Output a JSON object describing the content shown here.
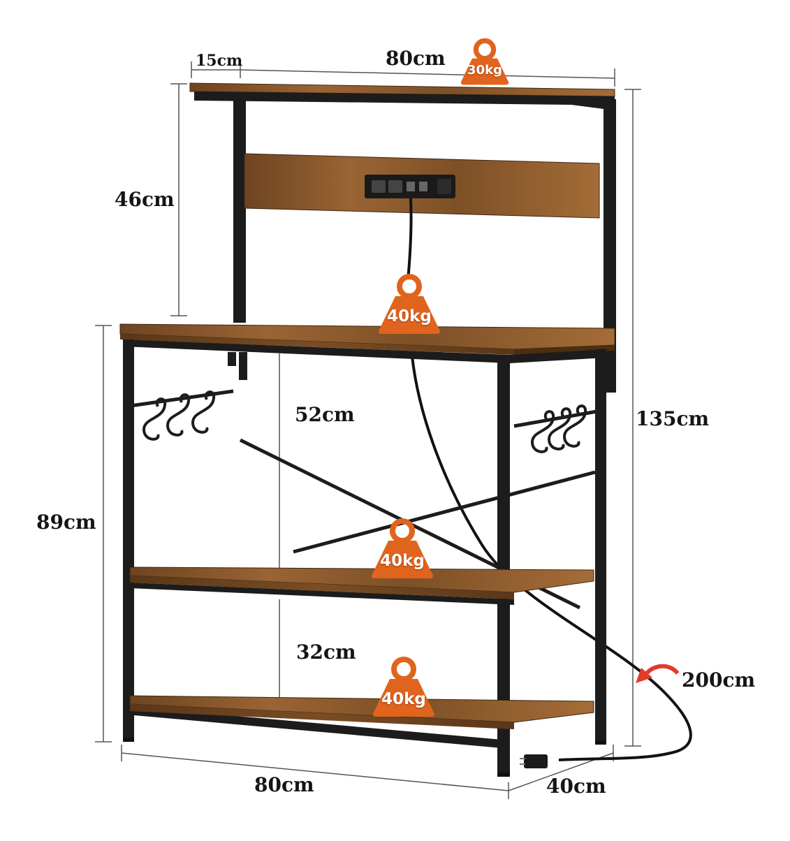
{
  "colors": {
    "frame": "#1c1c1c",
    "wood": "#8a5a2e",
    "wood_dark": "#5e3a1a",
    "wood_light": "#b07a42",
    "weight_badge": "#e0641e",
    "guide_line": "#555555",
    "arrow": "#e23b2a"
  },
  "icons": [
    "weight-icon",
    "power-strip-icon",
    "s-hook-icon",
    "curved-arrow-icon",
    "plug-icon"
  ],
  "dimensions": {
    "top_shelf_depth": "15cm",
    "top_shelf_width": "80cm",
    "hutch_height": "46cm",
    "total_height": "135cm",
    "base_height": "89cm",
    "middle_gap": "52cm",
    "bottom_gap": "32cm",
    "base_width": "80cm",
    "base_depth": "40cm",
    "cord_length": "200cm"
  },
  "weights": {
    "top_shelf": "30kg",
    "work_shelf": "40kg",
    "middle_shelf": "40kg",
    "bottom_shelf": "40kg"
  }
}
